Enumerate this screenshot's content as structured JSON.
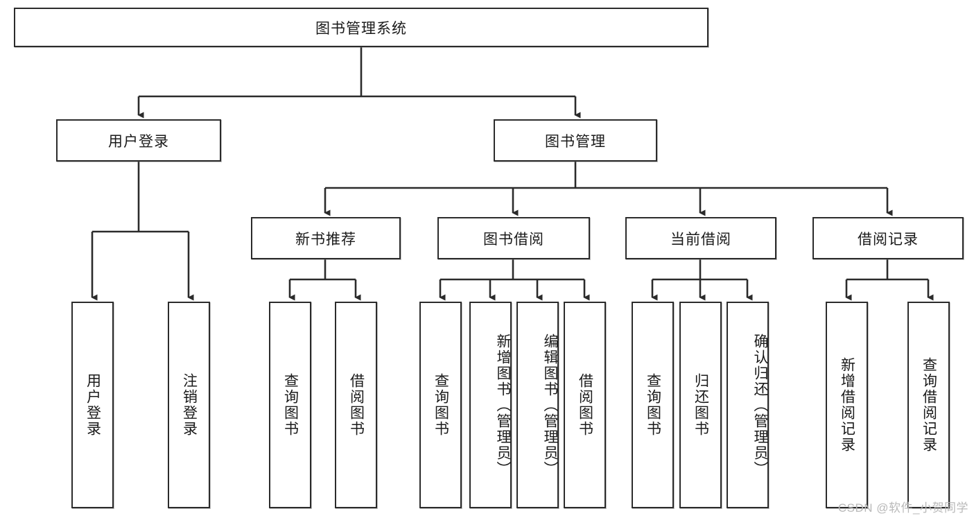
{
  "diagram": {
    "type": "tree-hierarchy-chart",
    "title_node": {
      "id": "root",
      "label": "图书管理系统"
    },
    "colors": {
      "box_border": "#2b2b2b",
      "box_fill": "#ffffff",
      "edge": "#2b2b2b",
      "text": "#1a1a1a",
      "watermark": "#b9b9b9",
      "background": "#ffffff"
    },
    "level2": [
      {
        "id": "login",
        "label": "用户登录"
      },
      {
        "id": "bookmgmt",
        "label": "图书管理"
      }
    ],
    "level3": [
      {
        "id": "newbook",
        "label": "新书推荐",
        "parent": "bookmgmt"
      },
      {
        "id": "borrow",
        "label": "图书借阅",
        "parent": "bookmgmt"
      },
      {
        "id": "current",
        "label": "当前借阅",
        "parent": "bookmgmt"
      },
      {
        "id": "records",
        "label": "借阅记录",
        "parent": "bookmgmt"
      }
    ],
    "leaves": [
      {
        "id": "leaf-user-login",
        "label": "用户登录",
        "parent": "login"
      },
      {
        "id": "leaf-user-logout",
        "label": "注销登录",
        "parent": "login"
      },
      {
        "id": "leaf-query-book-1",
        "label": "查询图书",
        "parent": "newbook"
      },
      {
        "id": "leaf-borrow-book-1",
        "label": "借阅图书",
        "parent": "newbook"
      },
      {
        "id": "leaf-query-book-2",
        "label": "查询图书",
        "parent": "borrow"
      },
      {
        "id": "leaf-add-book",
        "label": "新增图书（管理员）",
        "parent": "borrow"
      },
      {
        "id": "leaf-edit-book",
        "label": "编辑图书（管理员）",
        "parent": "borrow"
      },
      {
        "id": "leaf-borrow-book-2",
        "label": "借阅图书",
        "parent": "borrow"
      },
      {
        "id": "leaf-query-book-3",
        "label": "查询图书",
        "parent": "current"
      },
      {
        "id": "leaf-return-book",
        "label": "归还图书",
        "parent": "current"
      },
      {
        "id": "leaf-confirm-return",
        "label": "确认归还（管理员）",
        "parent": "current"
      },
      {
        "id": "leaf-add-record",
        "label": "新增借阅记录",
        "parent": "records"
      },
      {
        "id": "leaf-query-record",
        "label": "查询借阅记录",
        "parent": "records"
      }
    ]
  },
  "watermark": {
    "text": "CSDN @软件_小贺同学"
  }
}
